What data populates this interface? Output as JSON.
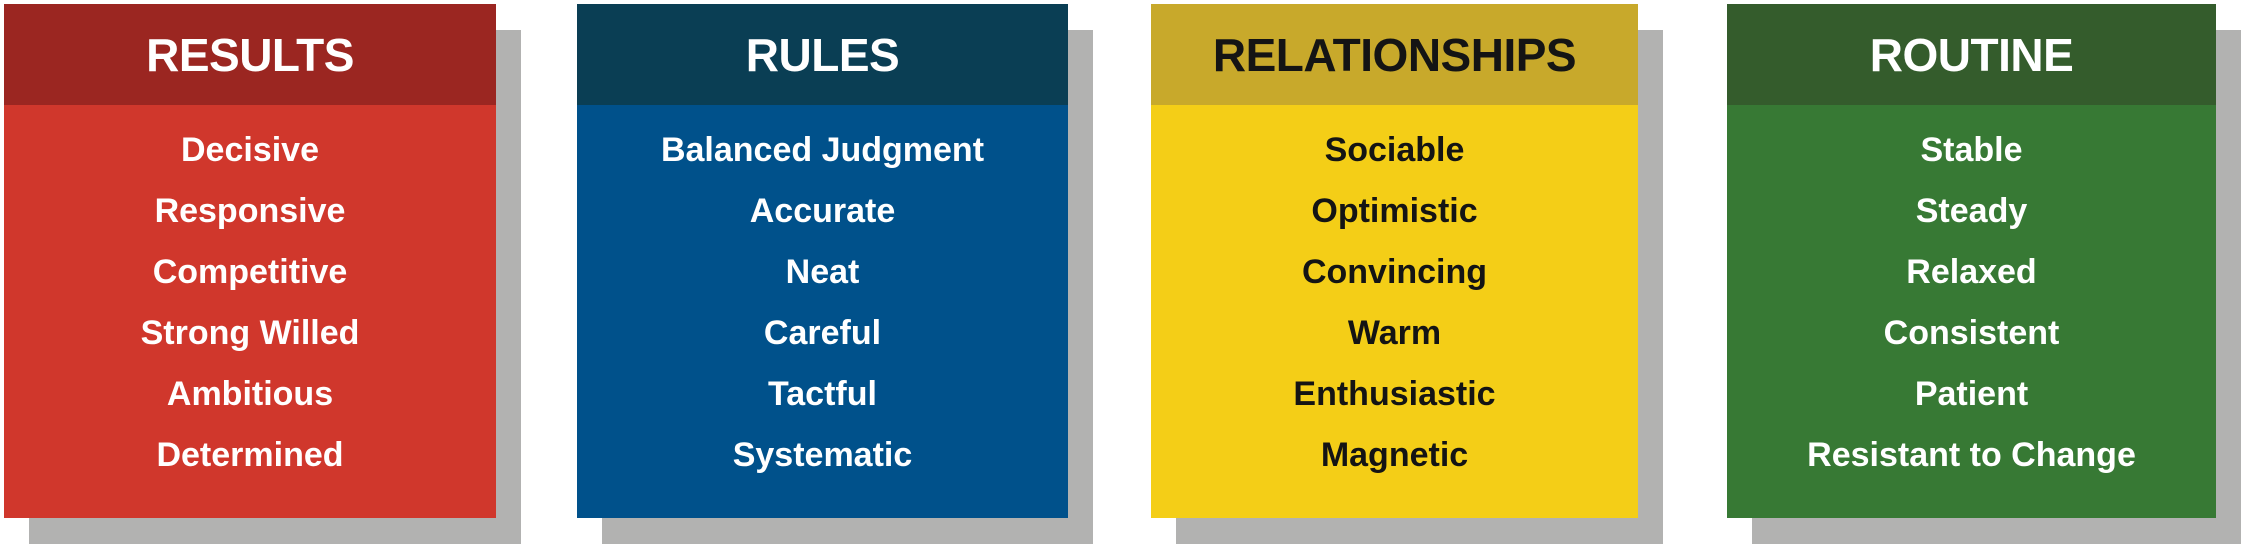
{
  "figure": {
    "background": "#FFFFFF",
    "shadow_color": "#B2B2B1",
    "cards": [
      {
        "title": "RESULTS",
        "items": [
          "Decisive",
          "Responsive",
          "Competitive",
          "Strong Willed",
          "Ambitious",
          "Determined"
        ],
        "header_color": "#9B2621",
        "body_color": "#D0372C",
        "text_color": "#FFFFFF"
      },
      {
        "title": "RULES",
        "items": [
          "Balanced Judgment",
          "Accurate",
          "Neat",
          "Careful",
          "Tactful",
          "Systematic"
        ],
        "header_color": "#0A3E54",
        "body_color": "#00518B",
        "text_color": "#FFFFFF"
      },
      {
        "title": "RELATIONSHIPS",
        "items": [
          "Sociable",
          "Optimistic",
          "Convincing",
          "Warm",
          "Enthusiastic",
          "Magnetic"
        ],
        "header_color": "#C8A92B",
        "body_color": "#F4CE17",
        "text_color": "#141414"
      },
      {
        "title": "ROUTINE",
        "items": [
          "Stable",
          "Steady",
          "Relaxed",
          "Consistent",
          "Patient",
          "Resistant to Change"
        ],
        "header_color": "#345C2C",
        "body_color": "#377934",
        "text_color": "#FFFFFF"
      }
    ]
  }
}
